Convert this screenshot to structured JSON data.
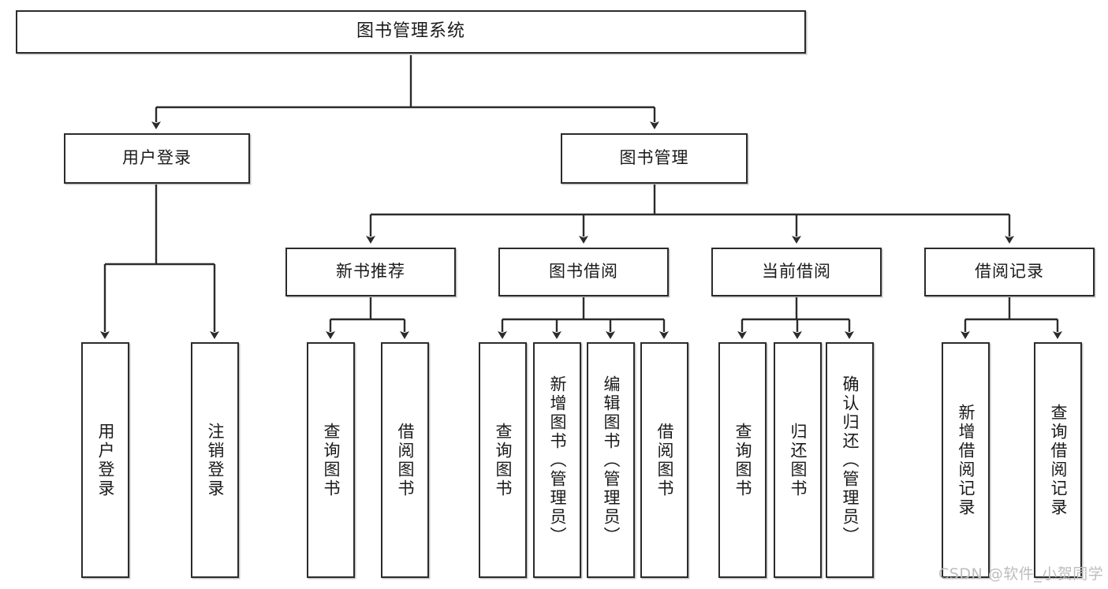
{
  "diagram": {
    "type": "tree",
    "title": "图书管理系统",
    "watermark": "CSDN @软件_小贺同学",
    "colors": {
      "box_border": "#2b2b2b",
      "box_fill": "#ffffff",
      "connector": "#2b2b2b",
      "watermark": "#bdbdbd"
    },
    "levels": {
      "root": {
        "label": "图书管理系统"
      },
      "level1": [
        {
          "label": "用户登录"
        },
        {
          "label": "图书管理"
        }
      ],
      "level2": [
        {
          "label": "新书推荐"
        },
        {
          "label": "图书借阅"
        },
        {
          "label": "当前借阅"
        },
        {
          "label": "借阅记录"
        }
      ],
      "leaves": {
        "user_login": [
          {
            "label": "用户登录"
          },
          {
            "label": "注销登录"
          }
        ],
        "new_book_recommend": [
          {
            "label": "查询图书"
          },
          {
            "label": "借阅图书"
          }
        ],
        "book_borrow": [
          {
            "label": "查询图书"
          },
          {
            "label": "新增图书（管理员）"
          },
          {
            "label": "编辑图书（管理员）"
          },
          {
            "label": "借阅图书"
          }
        ],
        "current_borrow": [
          {
            "label": "查询图书"
          },
          {
            "label": "归还图书"
          },
          {
            "label": "确认归还（管理员）"
          }
        ],
        "borrow_record": [
          {
            "label": "新增借阅记录"
          },
          {
            "label": "查询借阅记录"
          }
        ]
      }
    }
  }
}
